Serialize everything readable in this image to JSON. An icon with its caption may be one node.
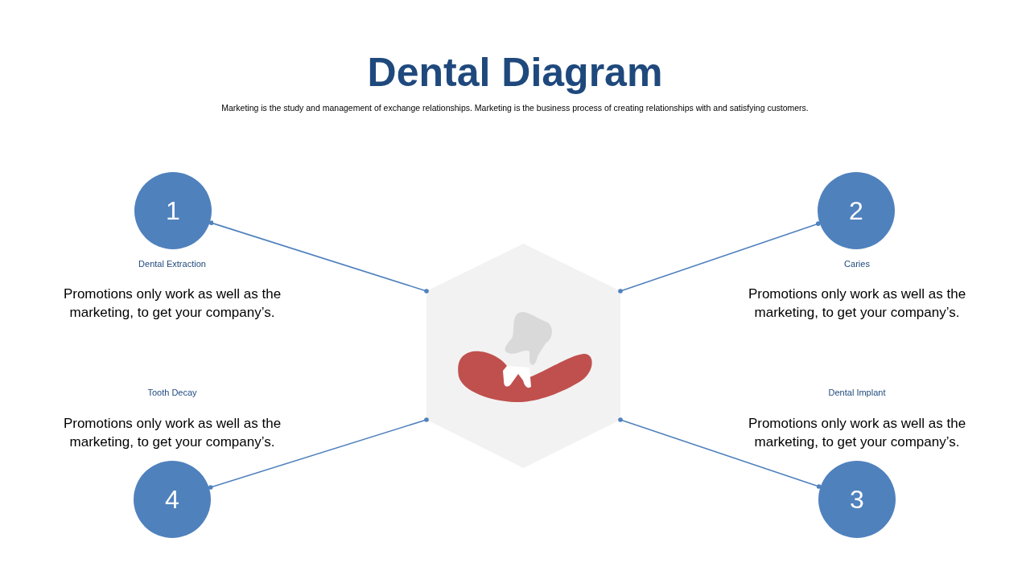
{
  "diagram": {
    "title": "Dental Diagram",
    "caption": "Marketing is the study and management of exchange relationships. Marketing is the business process of creating relationships with and satisfying customers.",
    "nodes": [
      {
        "text": [
          "1"
        ],
        "beside": [
          "Dental Extraction",
          "Promotions only work as well as the marketing, to get your company’s."
        ]
      },
      {
        "text": [
          "2"
        ],
        "beside": [
          "Caries",
          "Promotions only work as well as the marketing, to get your company’s."
        ]
      },
      {
        "text": [],
        "shape": "hexagon"
      },
      {
        "text": [
          "4"
        ],
        "beside": [
          "Tooth Decay",
          "Promotions only work as well as the marketing, to get your company’s."
        ]
      },
      {
        "text": [
          "3"
        ],
        "beside": [
          "Dental Implant",
          "Promotions only work as well as the marketing, to get your company’s."
        ]
      }
    ],
    "edges": [
      {
        "from": 0,
        "to": 2,
        "arrow": "other"
      },
      {
        "from": 1,
        "to": 2,
        "arrow": "other"
      },
      {
        "from": 3,
        "to": 2,
        "arrow": "other"
      },
      {
        "from": 4,
        "to": 2,
        "arrow": "other"
      }
    ]
  }
}
